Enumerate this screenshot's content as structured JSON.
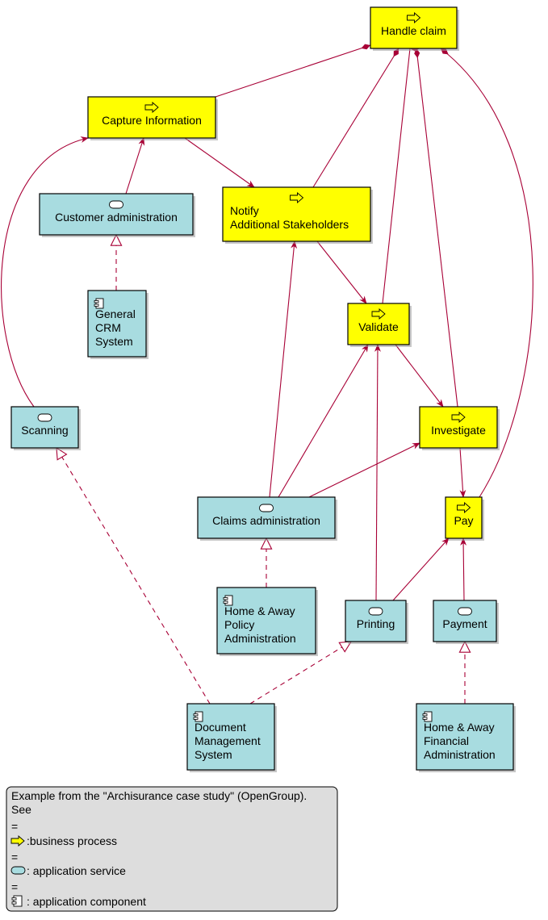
{
  "diagram": {
    "nodes": [
      {
        "id": "handle-claim",
        "kind": "process",
        "lines": [
          "Handle claim"
        ]
      },
      {
        "id": "capture-information",
        "kind": "process",
        "lines": [
          "Capture Information"
        ]
      },
      {
        "id": "notify-stakeholders",
        "kind": "process",
        "lines": [
          "Notify",
          "Additional Stakeholders"
        ]
      },
      {
        "id": "validate",
        "kind": "process",
        "lines": [
          "Validate"
        ]
      },
      {
        "id": "investigate",
        "kind": "process",
        "lines": [
          "Investigate"
        ]
      },
      {
        "id": "pay",
        "kind": "process",
        "lines": [
          "Pay"
        ]
      },
      {
        "id": "customer-administration",
        "kind": "service",
        "lines": [
          "Customer administration"
        ]
      },
      {
        "id": "scanning",
        "kind": "service",
        "lines": [
          "Scanning"
        ]
      },
      {
        "id": "claims-administration",
        "kind": "service",
        "lines": [
          "Claims administration"
        ]
      },
      {
        "id": "printing",
        "kind": "service",
        "lines": [
          "Printing"
        ]
      },
      {
        "id": "payment",
        "kind": "service",
        "lines": [
          "Payment"
        ]
      },
      {
        "id": "general-crm-system",
        "kind": "component",
        "lines": [
          "General",
          "CRM",
          "System"
        ]
      },
      {
        "id": "home-away-policy-administration",
        "kind": "component",
        "lines": [
          "Home & Away",
          "Policy",
          "Administration"
        ]
      },
      {
        "id": "document-management-system",
        "kind": "component",
        "lines": [
          "Document",
          "Management",
          "System"
        ]
      },
      {
        "id": "home-away-financial-administration",
        "kind": "component",
        "lines": [
          "Home & Away",
          "Financial",
          "Administration"
        ]
      }
    ],
    "edges": [
      {
        "from": "handle-claim",
        "to": "capture-information",
        "type": "composition"
      },
      {
        "from": "handle-claim",
        "to": "notify-stakeholders",
        "type": "composition"
      },
      {
        "from": "handle-claim",
        "to": "validate",
        "type": "composition"
      },
      {
        "from": "handle-claim",
        "to": "investigate",
        "type": "composition"
      },
      {
        "from": "handle-claim",
        "to": "pay",
        "type": "composition"
      },
      {
        "from": "capture-information",
        "to": "notify-stakeholders",
        "type": "triggering"
      },
      {
        "from": "notify-stakeholders",
        "to": "validate",
        "type": "triggering"
      },
      {
        "from": "validate",
        "to": "investigate",
        "type": "triggering"
      },
      {
        "from": "investigate",
        "to": "pay",
        "type": "triggering"
      },
      {
        "from": "customer-administration",
        "to": "capture-information",
        "type": "serving"
      },
      {
        "from": "scanning",
        "to": "capture-information",
        "type": "serving"
      },
      {
        "from": "claims-administration",
        "to": "notify-stakeholders",
        "type": "serving"
      },
      {
        "from": "claims-administration",
        "to": "validate",
        "type": "serving"
      },
      {
        "from": "claims-administration",
        "to": "investigate",
        "type": "serving"
      },
      {
        "from": "printing",
        "to": "validate",
        "type": "serving"
      },
      {
        "from": "printing",
        "to": "pay",
        "type": "serving"
      },
      {
        "from": "payment",
        "to": "pay",
        "type": "serving"
      },
      {
        "from": "general-crm-system",
        "to": "customer-administration",
        "type": "realization"
      },
      {
        "from": "home-away-policy-administration",
        "to": "claims-administration",
        "type": "realization"
      },
      {
        "from": "document-management-system",
        "to": "scanning",
        "type": "realization"
      },
      {
        "from": "document-management-system",
        "to": "printing",
        "type": "realization"
      },
      {
        "from": "home-away-financial-administration",
        "to": "payment",
        "type": "realization"
      }
    ]
  },
  "legend": {
    "line1": "Example from the \"Archisurance case study\" (OpenGroup).",
    "line2": "See",
    "sep": "=",
    "process_label": ":business process",
    "service_label": ": application service",
    "component_label": ": application component"
  },
  "colors": {
    "process_fill": "#ffff00",
    "service_fill": "#a8dce0",
    "connector": "#a80036",
    "legend_fill": "#dddddd"
  }
}
